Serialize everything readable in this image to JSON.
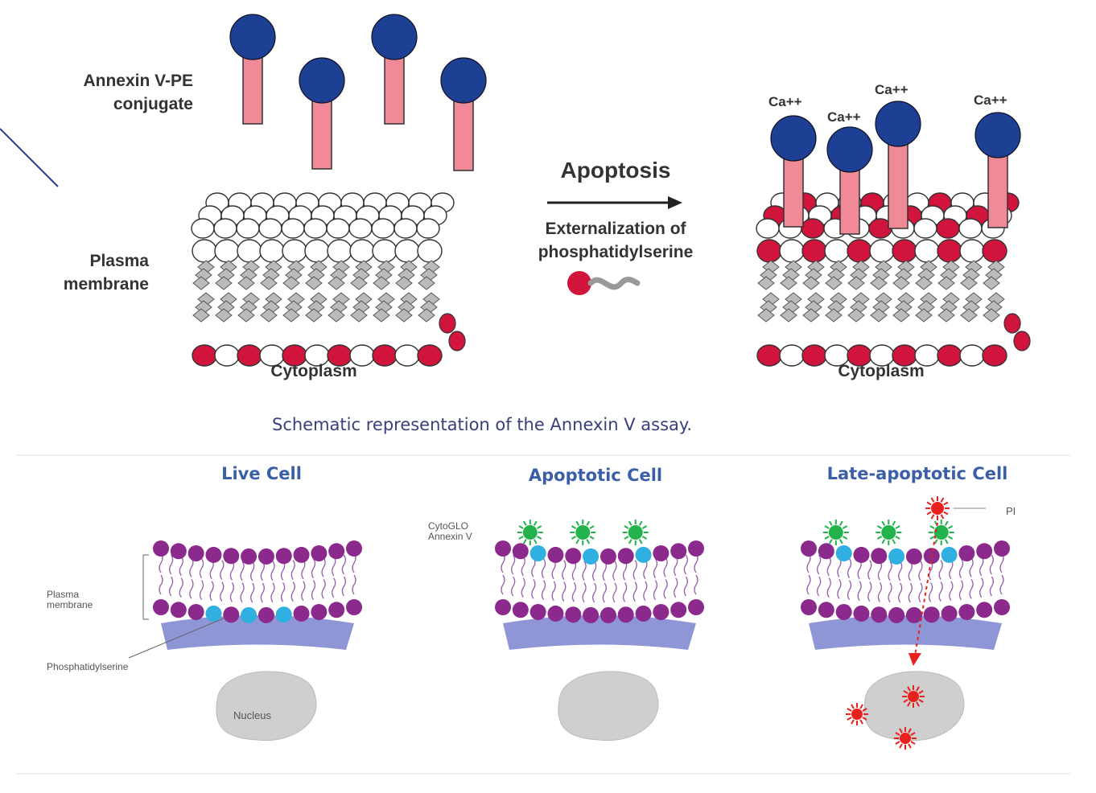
{
  "top_diagram": {
    "annexin_label_line1": "Annexin V-PE",
    "annexin_label_line2": "conjugate",
    "membrane_label_line1": "Plasma",
    "membrane_label_line2": "membrane",
    "cytoplasm_left": "Cytoplasm",
    "cytoplasm_right": "Cytoplasm",
    "apoptosis": "Apoptosis",
    "externalization_line1": "Externalization of",
    "externalization_line2": "phosphatidylserine",
    "calcium_labels": [
      "Ca++",
      "Ca++",
      "Ca++",
      "Ca++"
    ],
    "caption": "Schematic representation of the Annexin V assay."
  },
  "bottom_diagram": {
    "live_cell": "Live Cell",
    "apoptotic_cell": "Apoptotic Cell",
    "late_apoptotic_cell": "Late-apoptotic Cell",
    "plasma_membrane_line1": "Plasma",
    "plasma_membrane_line2": "membrane",
    "phosphatidylserine": "Phosphatidylserine",
    "nucleus": "Nucleus",
    "cytoglo_line1": "CytoGLO",
    "cytoglo_line2": "Annexin V",
    "pi": "PI"
  },
  "colors": {
    "annexin_head": "#1d3f94",
    "annexin_stem": "#f08a96",
    "ps_red": "#d0143c",
    "lipid_purple": "#8b2a8c",
    "ps_blue": "#2fb0e0",
    "cytoplasm_band": "#8f96d6",
    "nucleus_grey": "#cfcfcf",
    "annexin_green": "#23b24b",
    "pi_red": "#e8201e"
  }
}
